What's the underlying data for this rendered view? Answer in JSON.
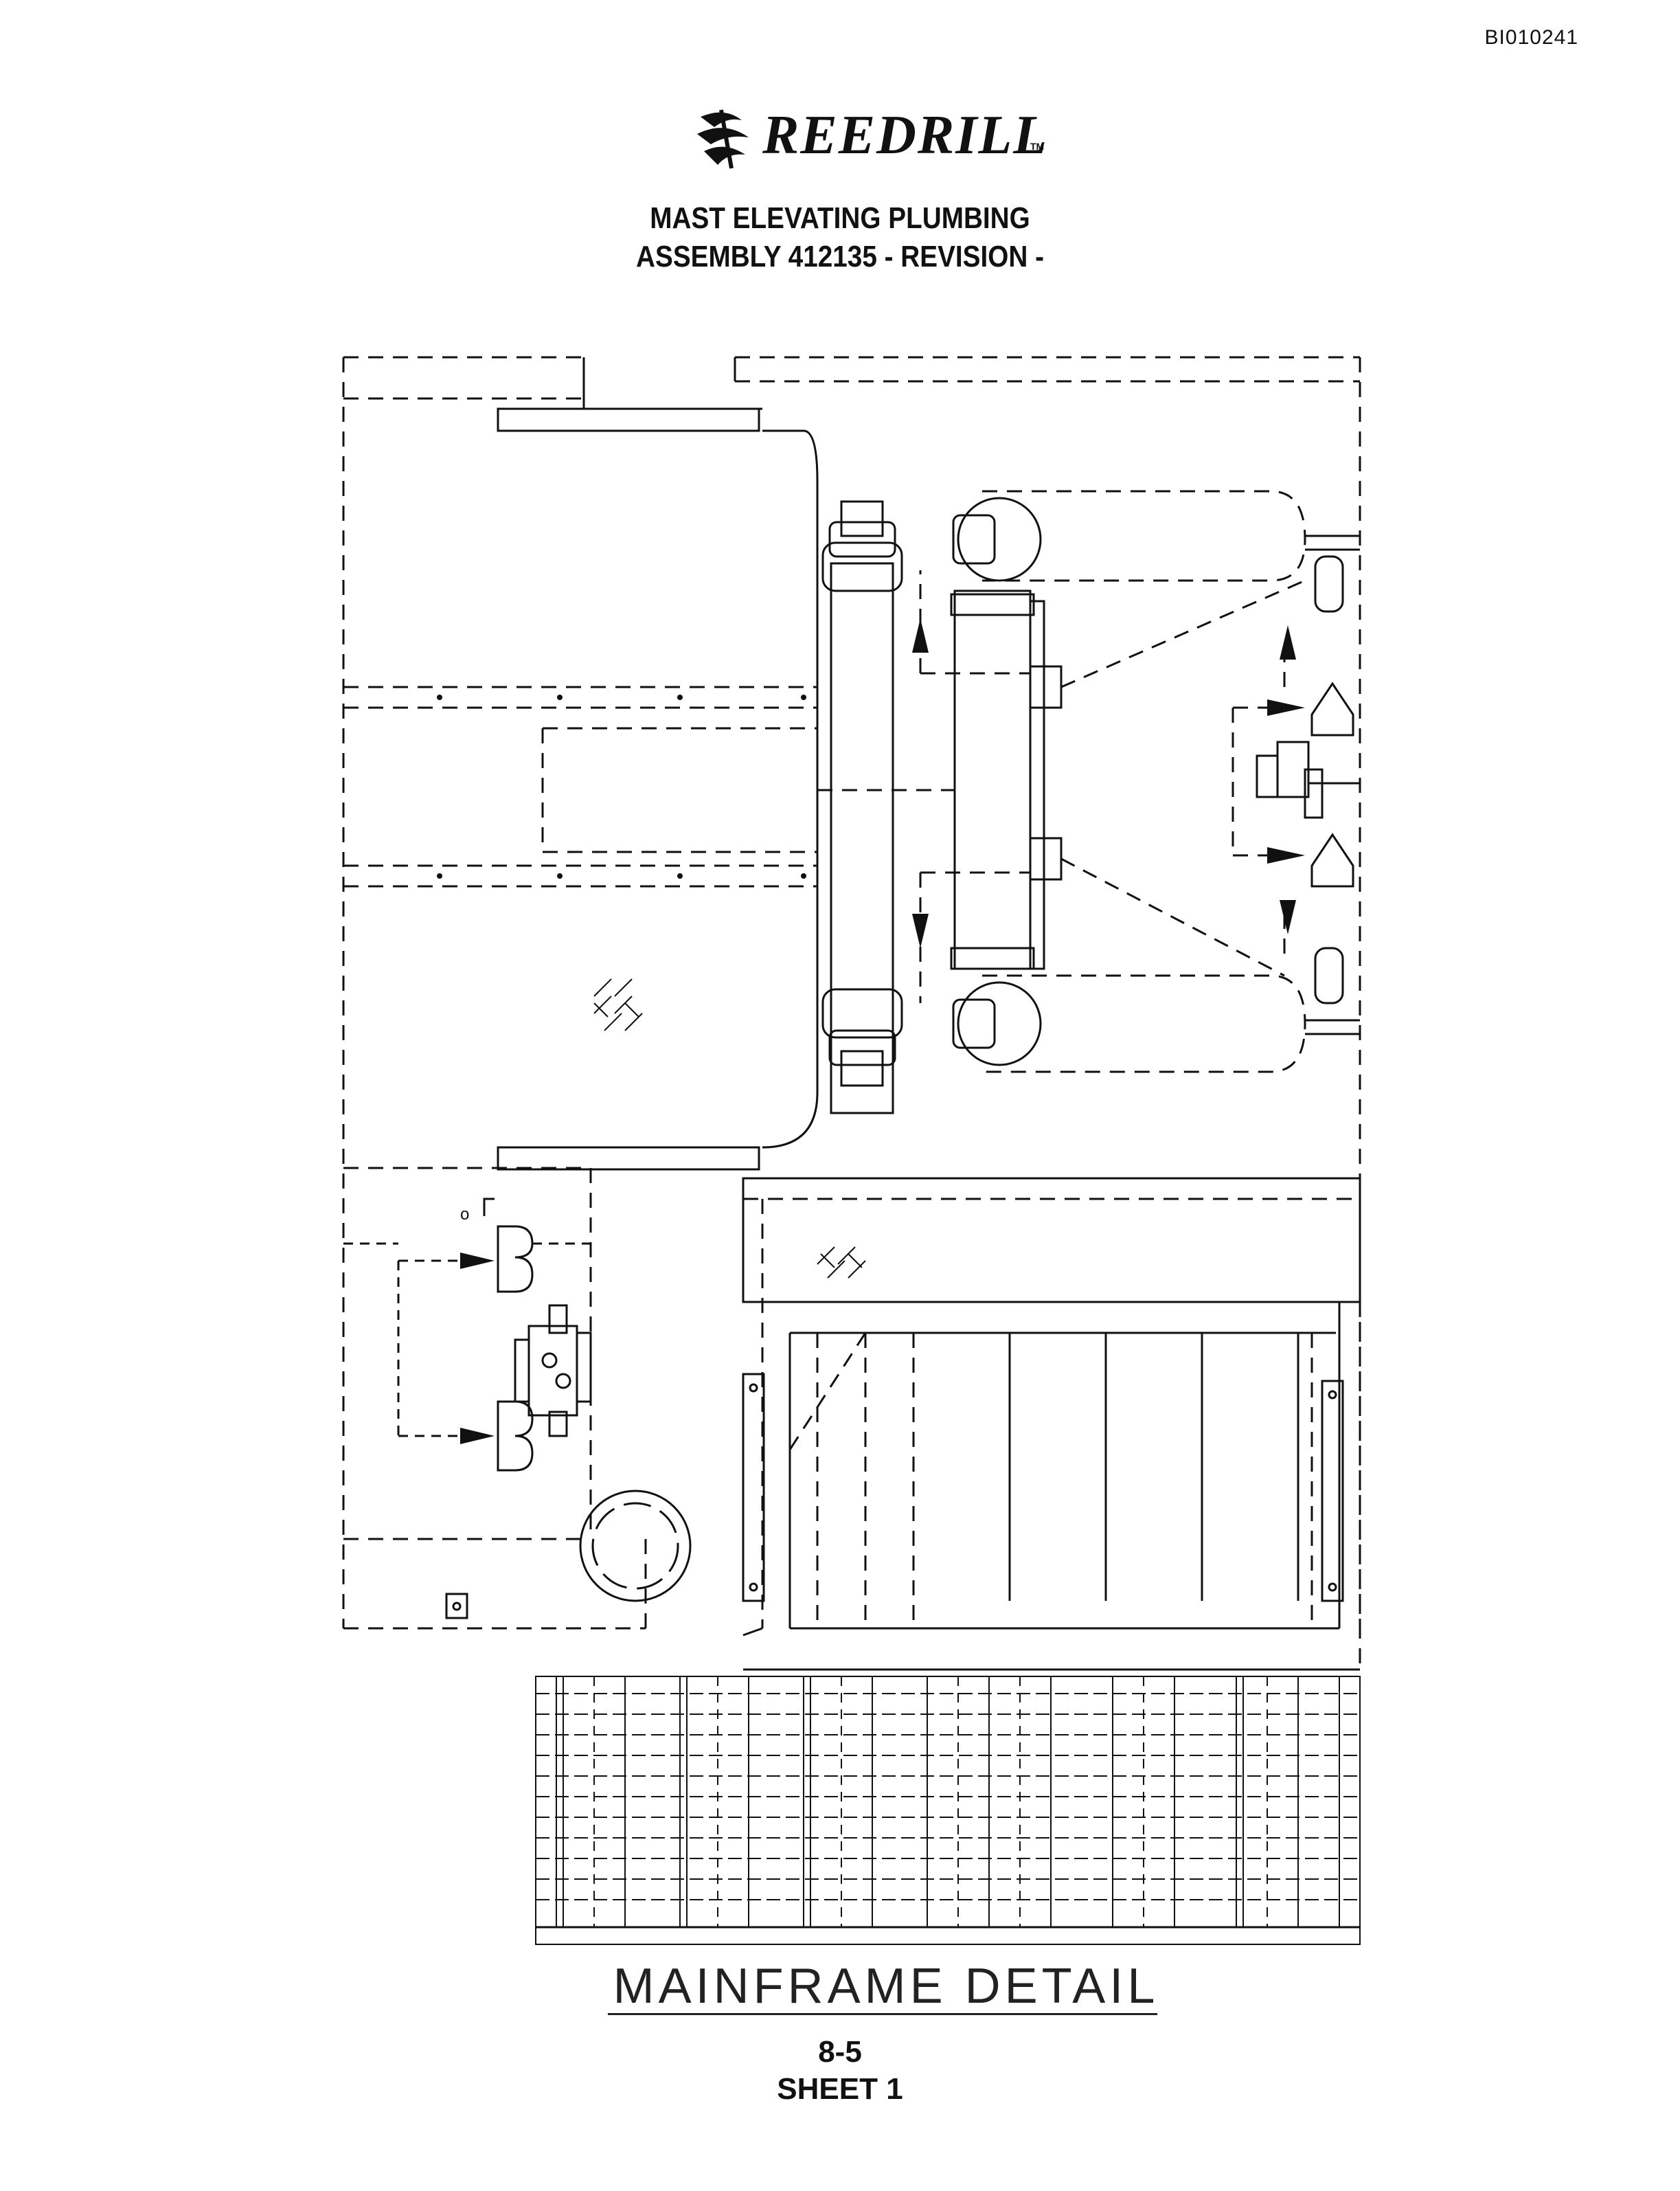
{
  "doc_id": "BI010241",
  "logo": {
    "text": "REEDRILL",
    "trademark": "TM"
  },
  "title": {
    "line1": "MAST ELEVATING PLUMBING",
    "line2": "ASSEMBLY 412135 - REVISION -"
  },
  "drawing": {
    "detail_label": "MAINFRAME  DETAIL",
    "callouts": [
      "B",
      "B"
    ]
  },
  "footer": {
    "page": "8-5",
    "sheet": "SHEET 1"
  },
  "colors": {
    "ink": "#111111",
    "paper": "#ffffff"
  }
}
